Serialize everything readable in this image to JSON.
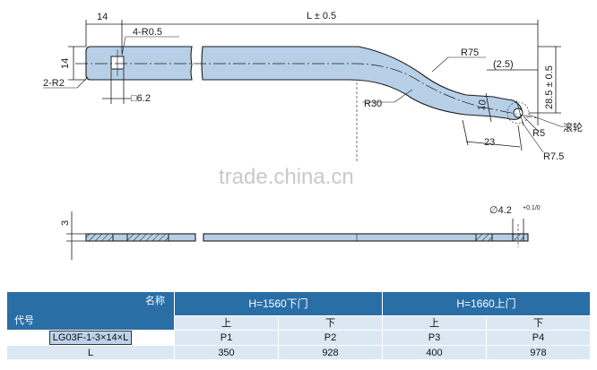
{
  "drawing": {
    "dims": {
      "end_width": "14",
      "length": "L ± 0.5",
      "hole_radius": "4-R0.5",
      "bar_width": "14",
      "corner_radius": "2-R2",
      "square_hole": "□6.2",
      "bend_r75": "R75",
      "bend_r30": "R30",
      "offset": "(2.5)",
      "height": "28.5 ± 0.5",
      "tab_width": "10",
      "tab_length": "23",
      "r5": "R5",
      "r7_5": "R7.5",
      "roller": "滚轮",
      "thickness": "3",
      "hole_dia": "∅4.2",
      "hole_tol": "+0.1/0"
    },
    "watermark": "trade.china.cn"
  },
  "table": {
    "corner_top": "名称",
    "corner_bottom": "代号",
    "group1": "H=1560下门",
    "group2": "H=1660上门",
    "pos": [
      "上",
      "下",
      "上",
      "下"
    ],
    "pcodes": [
      "P1",
      "P2",
      "P3",
      "P4"
    ],
    "code": "LG03F-1-3×14×L",
    "l_label": "L",
    "l_values": [
      "350",
      "928",
      "400",
      "978"
    ]
  }
}
